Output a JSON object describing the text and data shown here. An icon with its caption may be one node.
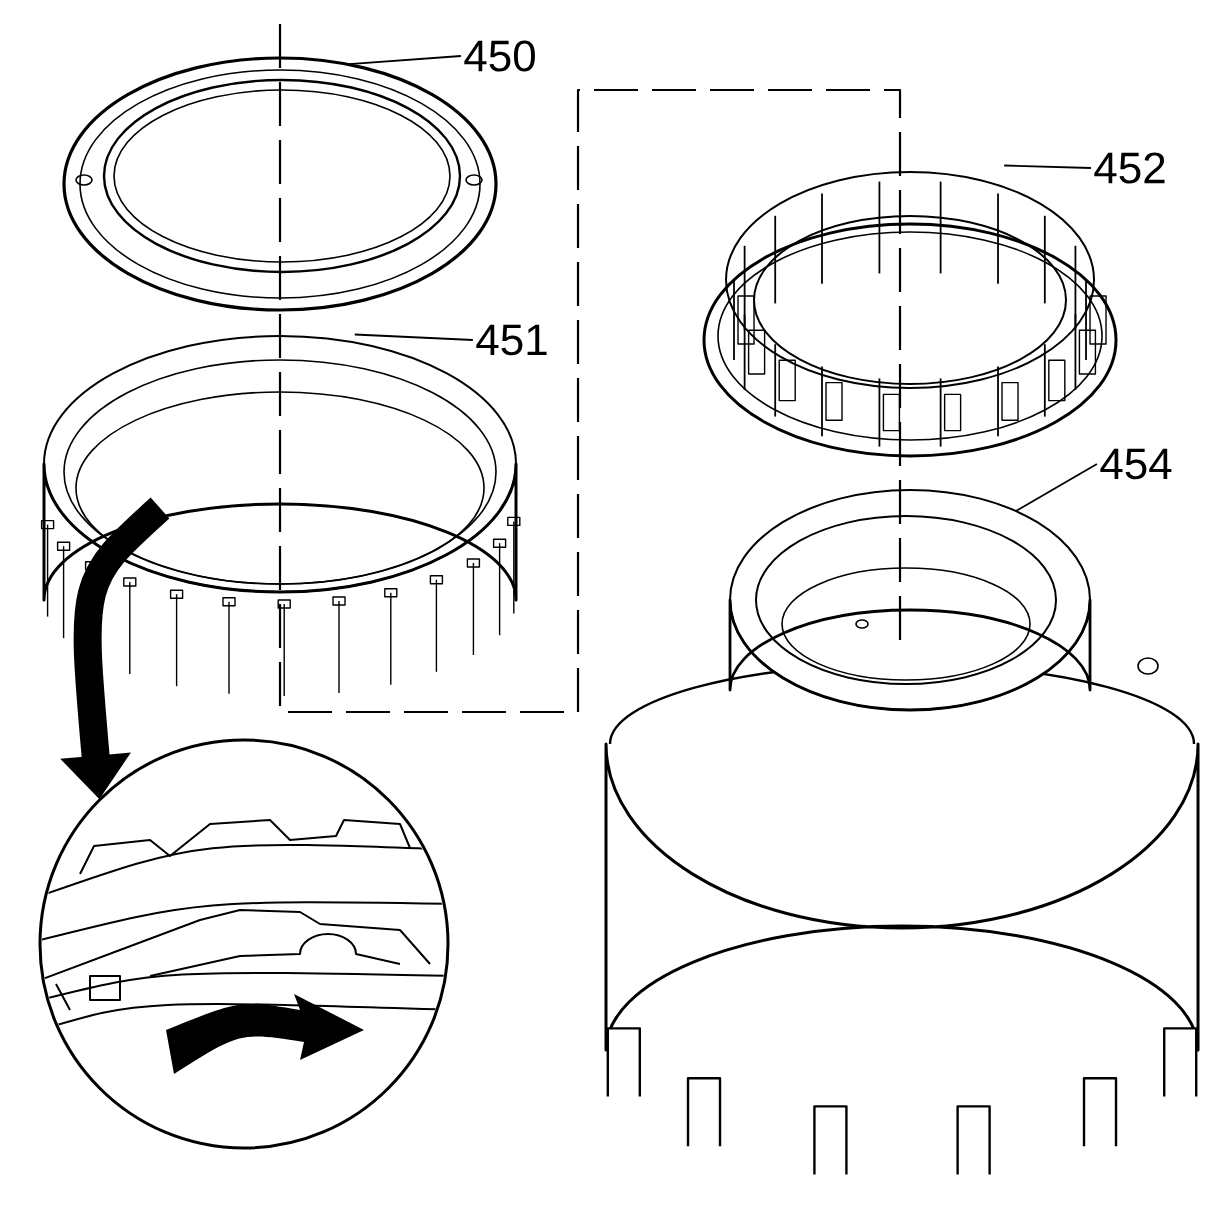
{
  "diagram": {
    "nodes": [
      {
        "text": [
          "450"
        ]
      },
      {
        "text": [
          "451"
        ]
      },
      {
        "text": [
          "452"
        ]
      },
      {
        "text": [
          "454"
        ]
      },
      {
        "text": [],
        "shape": "picture"
      },
      {
        "text": [],
        "shape": "picture"
      },
      {
        "text": [],
        "shape": "picture"
      },
      {
        "text": [],
        "shape": "picture"
      },
      {
        "text": [],
        "shape": "picture"
      }
    ],
    "edges": [
      {
        "from": 0,
        "to": 4,
        "arrow": "none"
      },
      {
        "from": 1,
        "to": 5,
        "arrow": "none"
      },
      {
        "from": 2,
        "to": 6,
        "arrow": "none"
      },
      {
        "from": 3,
        "to": 7,
        "arrow": "none"
      },
      {
        "from": 5,
        "to": 8,
        "arrow": "to",
        "style": "thick"
      }
    ]
  }
}
